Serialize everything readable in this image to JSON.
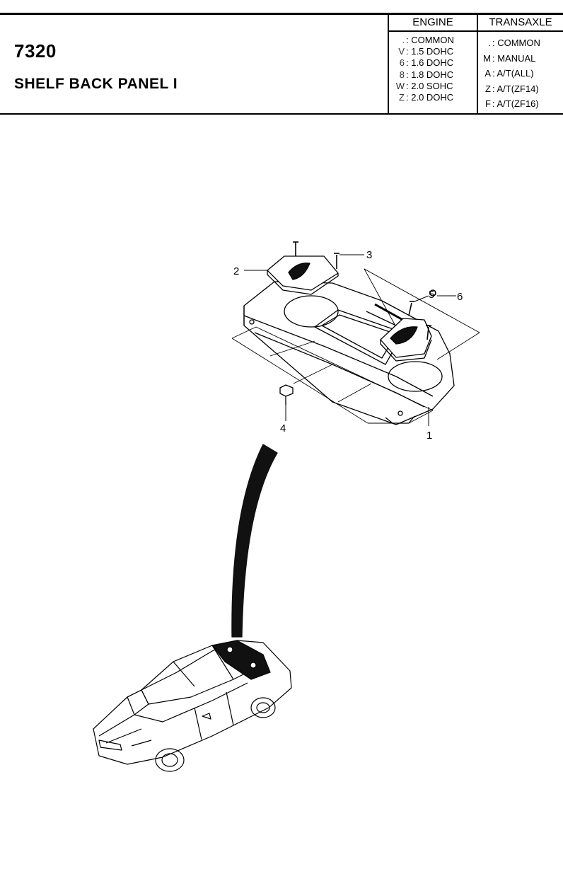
{
  "header": {
    "section_code": "7320",
    "section_title": "SHELF BACK PANEL I"
  },
  "engine": {
    "title": "ENGINE",
    "rows": [
      {
        "code": ".",
        "label": ": COMMON"
      },
      {
        "code": "V",
        "label": ": 1.5 DOHC"
      },
      {
        "code": "6",
        "label": ": 1.6 DOHC"
      },
      {
        "code": "8",
        "label": ": 1.8 DOHC"
      },
      {
        "code": "W",
        "label": ": 2.0 SOHC"
      },
      {
        "code": "Z",
        "label": ": 2.0 DOHC"
      }
    ]
  },
  "transaxle": {
    "title": "TRANSAXLE",
    "rows": [
      {
        "code": ".",
        "label": ": COMMON"
      },
      {
        "code": "M",
        "label": ": MANUAL"
      },
      {
        "code": "A",
        "label": ": A/T(ALL)"
      },
      {
        "code": "Z",
        "label": ": A/T(ZF14)"
      },
      {
        "code": "F",
        "label": ": A/T(ZF16)"
      }
    ]
  },
  "callouts": [
    "1",
    "2",
    "3",
    "4",
    "5",
    "6"
  ]
}
